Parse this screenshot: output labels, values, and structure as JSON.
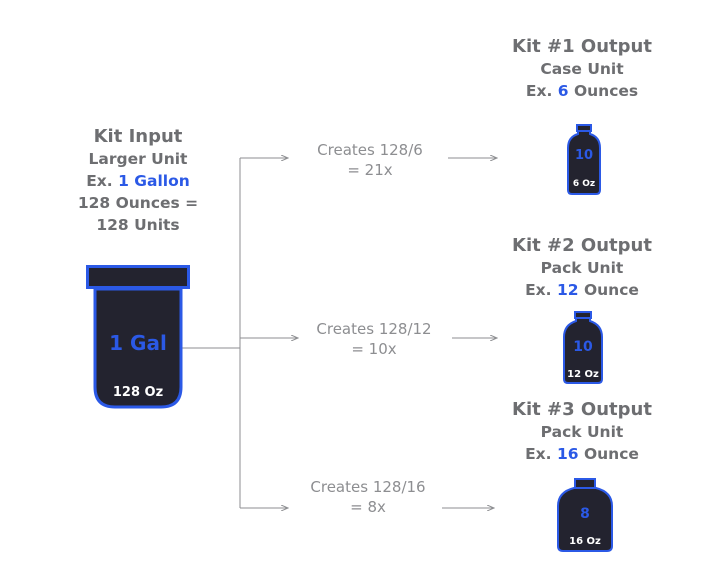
{
  "input": {
    "title": "Kit Input",
    "line1": "Larger Unit",
    "ex_prefix": "Ex. ",
    "ex_value": "1 Gallon",
    "line3": "128 Ounces =",
    "line4": "128 Units",
    "container_label": "1 Gal",
    "container_oz": "128 Oz"
  },
  "branches": [
    {
      "creates_line1": "Creates 128/6",
      "creates_line2": "= 21x"
    },
    {
      "creates_line1": "Creates 128/12",
      "creates_line2": "= 10x"
    },
    {
      "creates_line1": "Creates 128/16",
      "creates_line2": "= 8x"
    }
  ],
  "outputs": [
    {
      "title": "Kit #1 Output",
      "unit": "Case Unit",
      "ex_prefix": "Ex. ",
      "ex_value": "6",
      "ex_suffix": " Ounces",
      "bottle_count": "10",
      "bottle_oz": "6 Oz"
    },
    {
      "title": "Kit #2 Output",
      "unit": "Pack Unit",
      "ex_prefix": "Ex. ",
      "ex_value": "12",
      "ex_suffix": " Ounce",
      "bottle_count": "10",
      "bottle_oz": "12 Oz"
    },
    {
      "title": "Kit #3 Output",
      "unit": "Pack Unit",
      "ex_prefix": "Ex. ",
      "ex_value": "16",
      "ex_suffix": " Ounce",
      "bottle_count": "8",
      "bottle_oz": "16 Oz"
    }
  ],
  "colors": {
    "accent": "#2b59e6",
    "container_fill": "#23232f",
    "text_gray": "#6d6e71",
    "line_gray": "#8d8e91"
  }
}
